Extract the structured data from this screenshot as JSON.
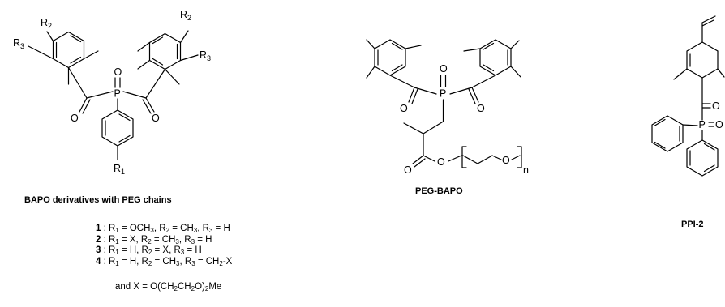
{
  "structures": [
    {
      "id": "bapo-derivatives",
      "caption": "BAPO derivatives with PEG chains",
      "labels": {
        "r1": "R",
        "r1_sub": "1",
        "r2": "R",
        "r2_sub": "2",
        "r3": "R",
        "r3_sub": "3",
        "p": "P",
        "o": "O"
      }
    },
    {
      "id": "peg-bapo",
      "caption": "PEG-BAPO",
      "labels": {
        "p": "P",
        "o": "O",
        "n": "n"
      }
    },
    {
      "id": "ppi-2",
      "caption": "PPI-2",
      "labels": {
        "p": "P",
        "o": "O"
      }
    }
  ],
  "compounds": [
    {
      "number": "1",
      "parts": [
        {
          "t": " : R"
        },
        {
          "s": "1"
        },
        {
          "t": " = OCH"
        },
        {
          "s": "3"
        },
        {
          "t": ", R"
        },
        {
          "s": "2"
        },
        {
          "t": " = CH"
        },
        {
          "s": "3"
        },
        {
          "t": ", R"
        },
        {
          "s": "3"
        },
        {
          "t": " = H"
        }
      ]
    },
    {
      "number": "2",
      "parts": [
        {
          "t": " : R"
        },
        {
          "s": "1"
        },
        {
          "t": " = X, R"
        },
        {
          "s": "2"
        },
        {
          "t": " = CH"
        },
        {
          "s": "3"
        },
        {
          "t": ", R"
        },
        {
          "s": "3"
        },
        {
          "t": " = H"
        }
      ]
    },
    {
      "number": "3",
      "parts": [
        {
          "t": " : R"
        },
        {
          "s": "1"
        },
        {
          "t": " = H, R"
        },
        {
          "s": "2"
        },
        {
          "t": " = X, R"
        },
        {
          "s": "3"
        },
        {
          "t": " = H"
        }
      ]
    },
    {
      "number": "4",
      "parts": [
        {
          "t": " : R"
        },
        {
          "s": "1"
        },
        {
          "t": " = H, R"
        },
        {
          "s": "2"
        },
        {
          "t": " = CH"
        },
        {
          "s": "3"
        },
        {
          "t": ", R"
        },
        {
          "s": "3"
        },
        {
          "t": " = CH"
        },
        {
          "s": "2"
        },
        {
          "t": "-X"
        }
      ]
    }
  ],
  "x_definition": [
    {
      "t": "and X = O(CH"
    },
    {
      "s": "2"
    },
    {
      "t": "CH"
    },
    {
      "s": "2"
    },
    {
      "t": "O)"
    },
    {
      "s": "2"
    },
    {
      "t": "Me"
    }
  ]
}
